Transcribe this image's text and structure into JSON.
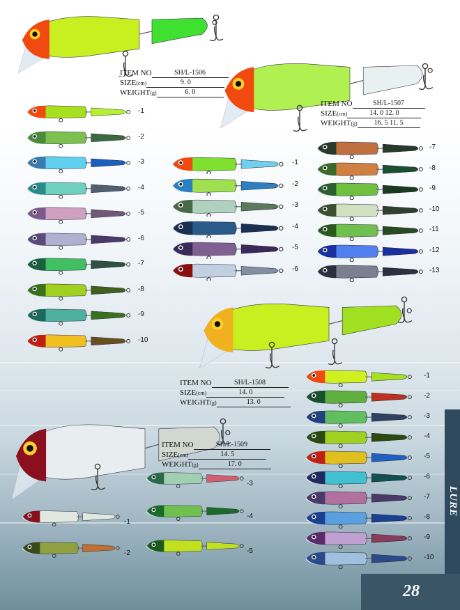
{
  "products": [
    {
      "item_label": "ITEM NO",
      "size_label": "SIZE",
      "size_unit": "(cm)",
      "weight_label": "WEIGHT",
      "weight_unit": "(g)",
      "item_no": "SH/L-1506",
      "size": "9. 0",
      "weight": "6. 0"
    },
    {
      "item_label": "ITEM NO",
      "size_label": "SIZE",
      "size_unit": "(cm)",
      "weight_label": "WEIGHT",
      "weight_unit": "(g)",
      "item_no": "SH/L-1507",
      "size": "14. 0    12. 0",
      "weight": "16. 5    11. 5"
    },
    {
      "item_label": "ITEM NO",
      "size_label": "SIZE",
      "size_unit": "(cm)",
      "weight_label": "WEIGHT",
      "weight_unit": "(g)",
      "item_no": "SH/L-1508",
      "size": "14. 0",
      "weight": "13. 0"
    },
    {
      "item_label": "ITEM NO",
      "size_label": "SIZE",
      "size_unit": "(cm)",
      "weight_label": "WEIGHT",
      "weight_unit": "(g)",
      "item_no": "SH/L-1509",
      "size": "14. 5",
      "weight": "17. 0"
    }
  ],
  "groups": [
    {
      "name": "1506-variants",
      "labels": [
        "-1",
        "-2",
        "-3",
        "-4",
        "-5",
        "-6",
        "-7",
        "-8",
        "-9",
        "-10"
      ],
      "colors": [
        [
          "#f04a10",
          "#a8e020",
          "#b8f030"
        ],
        [
          "#4a8a3a",
          "#7cc050",
          "#3c6a40"
        ],
        [
          "#3a7ab0",
          "#60d0f0",
          "#1a60c0"
        ],
        [
          "#2a8a8a",
          "#70d0c0",
          "#506070"
        ],
        [
          "#7a5a8a",
          "#d0a0c0",
          "#705878"
        ],
        [
          "#5a4a7a",
          "#b0b0d0",
          "#4a3a6a"
        ],
        [
          "#1a6040",
          "#40c060",
          "#305040"
        ],
        [
          "#3a7020",
          "#a0d020",
          "#406020"
        ],
        [
          "#1a6a60",
          "#50b0a0",
          "#3a7020"
        ],
        [
          "#c02010",
          "#f0c020",
          "#6a5020"
        ]
      ]
    },
    {
      "name": "1507-variants-a",
      "labels": [
        "-1",
        "-2",
        "-3",
        "-4",
        "-5",
        "-6"
      ],
      "colors": [
        [
          "#f04a10",
          "#80e030",
          "#70d0f0"
        ],
        [
          "#2a80c0",
          "#a0e050",
          "#2a80c0"
        ],
        [
          "#4a6a4a",
          "#b0d0c0",
          "#5a7a5a"
        ],
        [
          "#1a3050",
          "#2a5a8a",
          "#1a3050"
        ],
        [
          "#3a2a5a",
          "#806090",
          "#3a2a5a"
        ],
        [
          "#8a1010",
          "#c0d0e0",
          "#8090a0"
        ]
      ]
    },
    {
      "name": "1507-variants-b",
      "labels": [
        "-7",
        "-8",
        "-9",
        "-10",
        "-11",
        "-12",
        "-13"
      ],
      "colors": [
        [
          "#2a3a2a",
          "#c07040",
          "#2a3a2a"
        ],
        [
          "#3a6a2a",
          "#d08040",
          "#1a5030"
        ],
        [
          "#2a6030",
          "#70c040",
          "#1a3a20"
        ],
        [
          "#3a5030",
          "#d0e0c0",
          "#304030"
        ],
        [
          "#2a5a20",
          "#70c050",
          "#2a4a20"
        ],
        [
          "#1a30a0",
          "#5080f0",
          "#1a30a0"
        ],
        [
          "#2a3040",
          "#7a8090",
          "#2a3040"
        ]
      ]
    },
    {
      "name": "1508-variants",
      "labels": [
        "-1",
        "-2",
        "-3",
        "-4",
        "-5",
        "-6",
        "-7",
        "-8",
        "-9",
        "-10"
      ],
      "colors": [
        [
          "#f04a10",
          "#d0f020",
          "#a8e020"
        ],
        [
          "#1a5030",
          "#60b040",
          "#c03020"
        ],
        [
          "#204080",
          "#60c060",
          "#304060"
        ],
        [
          "#2a4a10",
          "#a0d020",
          "#2a4a10"
        ],
        [
          "#c02010",
          "#e0c020",
          "#2060c0"
        ],
        [
          "#202a60",
          "#40c0d0",
          "#105050"
        ],
        [
          "#4a3a6a",
          "#b070a0",
          "#4a3a6a"
        ],
        [
          "#1a4090",
          "#5aa0e0",
          "#1a4090"
        ],
        [
          "#5a2a6a",
          "#c0a0d0",
          "#8a3a5a"
        ],
        [
          "#2a4a8a",
          "#a0c0e0",
          "#2a4a8a"
        ]
      ]
    },
    {
      "name": "1509-variants",
      "labels": [
        "-1",
        "-2",
        "-3",
        "-4",
        "-5"
      ],
      "colors": [
        [
          "#8a1020",
          "#e0e8e0",
          "#e0e8e0"
        ],
        [
          "#3a4a1a",
          "#90a040",
          "#c07030"
        ],
        [
          "#2a6a4a",
          "#a0d0b0",
          "#d06070"
        ],
        [
          "#1a6a2a",
          "#70c050",
          "#1a6a2a"
        ],
        [
          "#1a5a1a",
          "#c0e020",
          "#c0e020"
        ]
      ]
    }
  ],
  "hero_lures": [
    {
      "name": "hero-1506",
      "colors": [
        "#f04a10",
        "#c8f020",
        "#40e030"
      ]
    },
    {
      "name": "hero-1507",
      "colors": [
        "#f04a10",
        "#b0f050",
        "#e8f0f0"
      ]
    },
    {
      "name": "hero-1508",
      "colors": [
        "#f0b020",
        "#c8f020",
        "#a0e020"
      ]
    },
    {
      "name": "hero-1509",
      "colors": [
        "#8a1020",
        "#e8eef0",
        "#d0d8d0"
      ]
    }
  ],
  "section_label": "LURE",
  "page_number": "28"
}
